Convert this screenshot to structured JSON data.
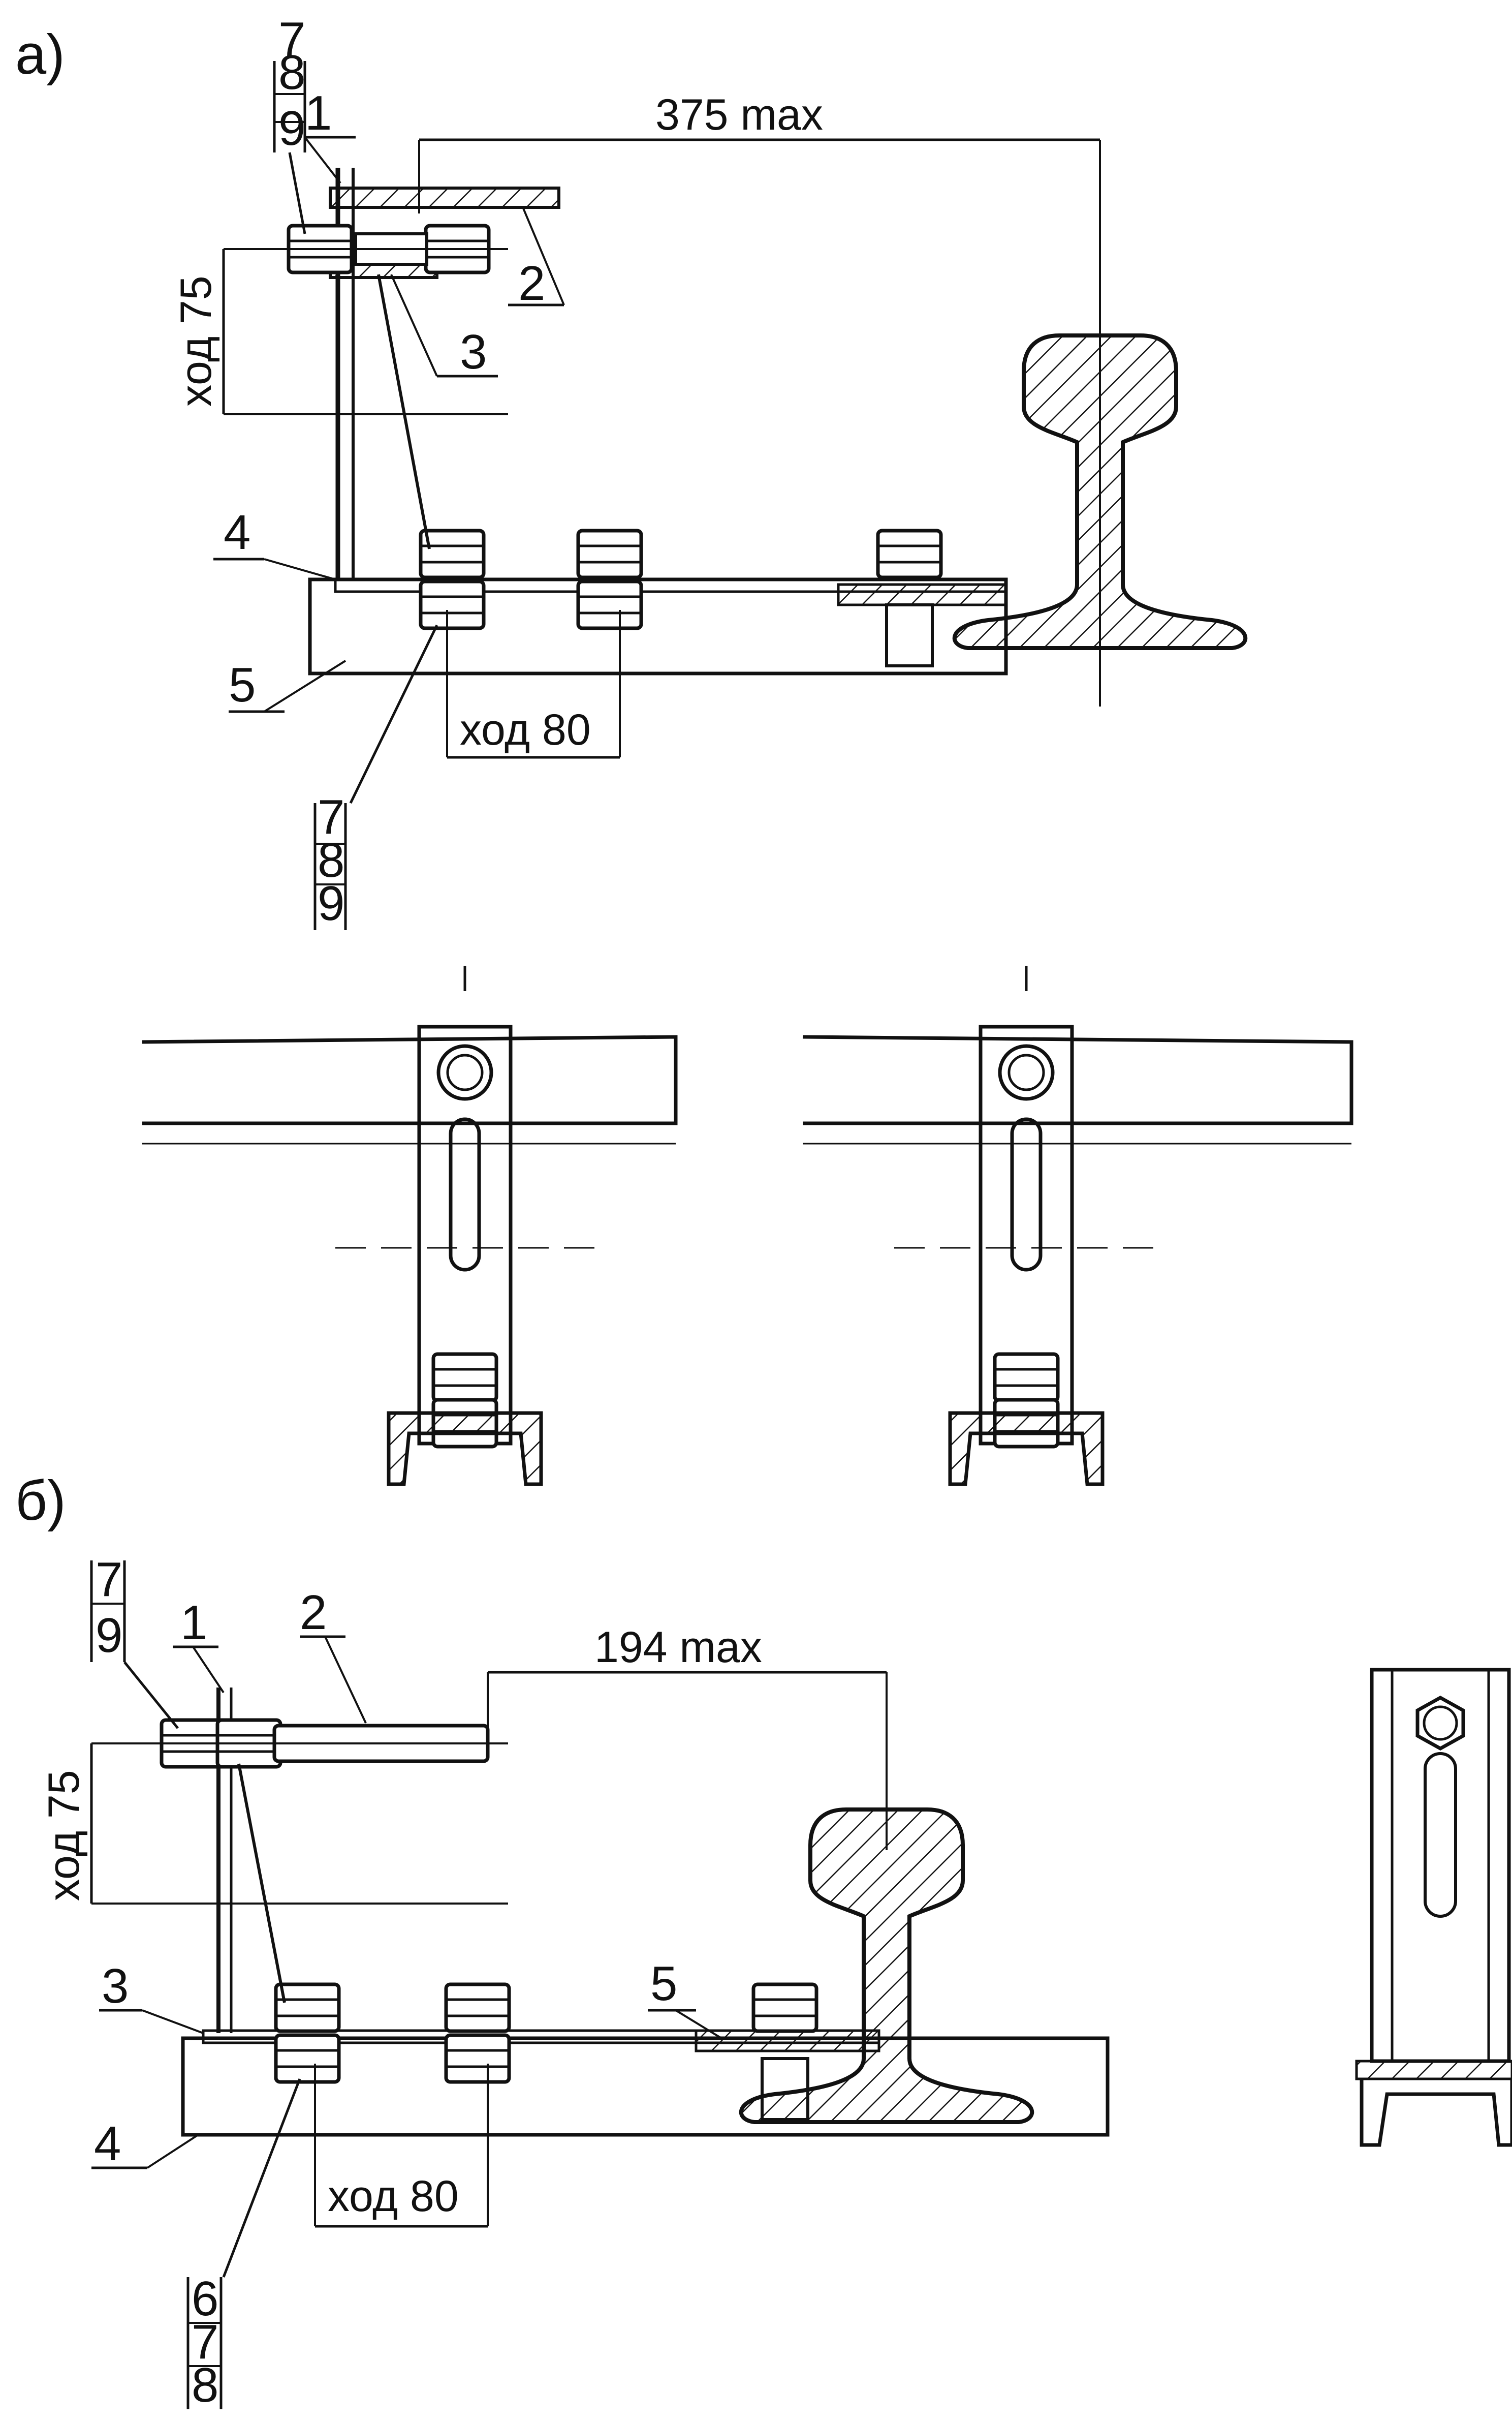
{
  "sections": {
    "a": {
      "label": "а)",
      "dim_top": "375 max",
      "dim_vertical": "ход 75",
      "dim_horizontal": "ход 80",
      "callouts": {
        "stack_top": [
          "7",
          "8",
          "9"
        ],
        "n1": "1",
        "n2": "2",
        "n3": "3",
        "n4": "4",
        "n5": "5",
        "stack_bottom": [
          "7",
          "8",
          "9"
        ]
      }
    },
    "b": {
      "label": "б)",
      "dim_top": "194 max",
      "dim_vertical": "ход 75",
      "dim_horizontal": "ход 80",
      "callouts": {
        "stack_top": [
          "7",
          "9"
        ],
        "n1": "1",
        "n2": "2",
        "n3": "3",
        "n4": "4",
        "n5": "5",
        "stack_bottom": [
          "6",
          "7",
          "8"
        ]
      }
    }
  },
  "colors": {
    "line": "#111111",
    "background": "#ffffff"
  }
}
